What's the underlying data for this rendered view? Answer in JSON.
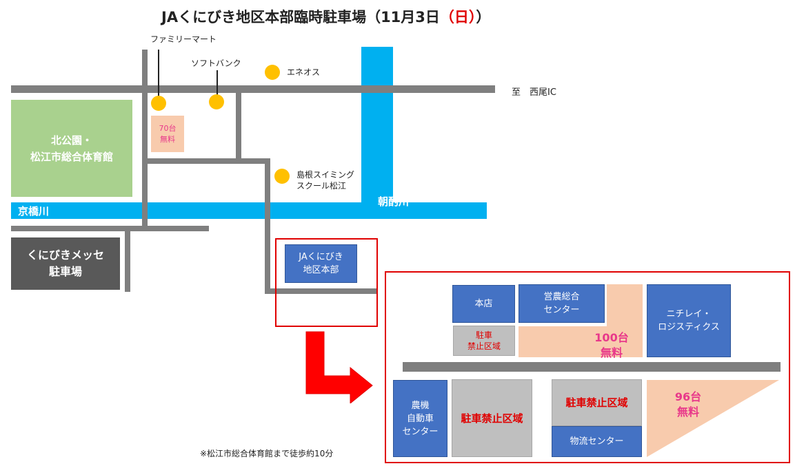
{
  "title": {
    "main": "JAくにびき地区本部臨時駐車場（11月3日",
    "open_paren": "（",
    "day": "日",
    "close_paren": "）",
    "end_paren": "）"
  },
  "landmarks": {
    "familymart": "ファミリーマート",
    "softbank": "ソフトバンク",
    "eneos": "エネオス",
    "shimane_swimming_line1": "島根スイミング",
    "shimane_swimming_line2": "スクール松江",
    "to_ic": "至　西尾IC",
    "kitakoen_line1": "北公園・",
    "kitakoen_line2": "松江市総合体育館",
    "kyobashi_river": "京橋川",
    "asakumi_river": "朝酌川",
    "kunibiki_messe_line1": "くにびきメッセ",
    "kunibiki_messe_line2": "駐車場",
    "ja_hq_line1": "JAくにびき",
    "ja_hq_line2": "地区本部",
    "small_lot_count": "70台",
    "small_lot_fee": "無料"
  },
  "detail": {
    "honten": "本店",
    "einou_line1": "営農総合",
    "einou_line2": "センター",
    "nichirei_line1": "ニチレイ・",
    "nichirei_line2": "ロジスティクス",
    "no_parking_small_line1": "駐車",
    "no_parking_small_line2": "禁止区域",
    "lot100_count": "100台",
    "lot100_fee": "無料",
    "nouki_line1": "農機",
    "nouki_line2": "自動車",
    "nouki_line3": "センター",
    "no_parking_big": "駐車禁止区域",
    "no_parking_mid": "駐車禁止区域",
    "butsuryu": "物流センター",
    "lot96_count": "96台",
    "lot96_fee": "無料"
  },
  "footnote": "※松江市総合体育館まで徒歩約10分",
  "colors": {
    "road": "#7f7f7f",
    "river": "#00b0f0",
    "park": "#a9d18e",
    "building": "#4472c4",
    "parking_lot": "#f8cbad",
    "highlight": "#e00000",
    "lot_text": "#e8388a"
  },
  "icons": [
    "store-marker-icon",
    "arrow-right-icon"
  ]
}
